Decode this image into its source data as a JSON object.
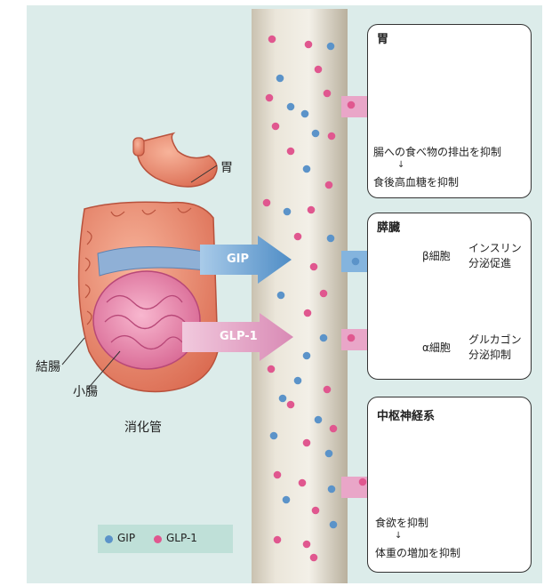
{
  "colors": {
    "background": "#dcecea",
    "gip": "#5b93c9",
    "glp1": "#e0578f",
    "gip_arrow": "#7fb0dc",
    "glp1_arrow": "#e8a3c6",
    "beta_cell": "#8dc96a",
    "alpha_cell": "#e2a6d6"
  },
  "digestive": {
    "stomach_label": "胃",
    "colon_label": "結腸",
    "small_intestine_label": "小腸",
    "tract_label": "消化管"
  },
  "arrows": {
    "gip_label": "GIP",
    "glp1_label": "GLP-1"
  },
  "box_stomach": {
    "title": "胃",
    "line1": "腸への食べ物の排出を抑制",
    "down": "↓",
    "line2": "食後高血糖を抑制"
  },
  "box_pancreas": {
    "title": "膵臓",
    "beta_cell": "β細胞",
    "beta_effect_line1": "インスリン",
    "beta_effect_line2": "分泌促進",
    "alpha_cell": "α細胞",
    "alpha_effect_line1": "グルカゴン",
    "alpha_effect_line2": "分泌抑制"
  },
  "box_cns": {
    "title": "中枢神経系",
    "line1": "食欲を抑制",
    "down": "↓",
    "line2": "体重の増加を抑制"
  },
  "legend": {
    "gip": "GIP",
    "glp1": "GLP-1"
  }
}
